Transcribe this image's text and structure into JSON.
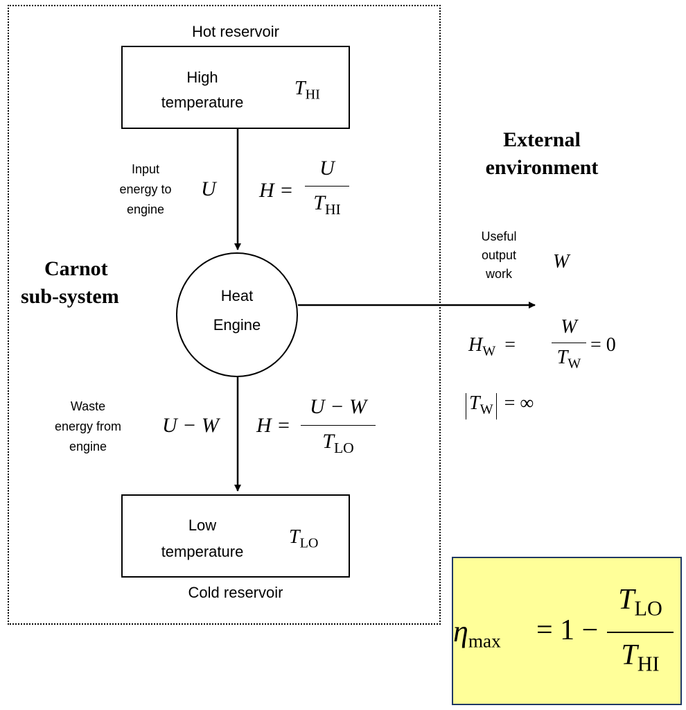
{
  "subsystem": {
    "title_line1": "Carnot",
    "title_line2": "sub-system"
  },
  "hot_reservoir": {
    "caption": "Hot reservoir",
    "label_line1": "High",
    "label_line2": "temperature",
    "symbol_T": "T",
    "symbol_sub": "HI"
  },
  "cold_reservoir": {
    "caption": "Cold reservoir",
    "label_line1": "Low",
    "label_line2": "temperature",
    "symbol_T": "T",
    "symbol_sub": "LO"
  },
  "engine": {
    "label_line1": "Heat",
    "label_line2": "Engine"
  },
  "input": {
    "label_line1": "Input",
    "label_line2": "energy to",
    "label_line3": "engine",
    "symbol": "U",
    "formula_lhs": "H =",
    "numerator": "U",
    "denominator_T": "T",
    "denominator_sub": "HI"
  },
  "waste": {
    "label_line1": "Waste",
    "label_line2": "energy from",
    "label_line3": "engine",
    "symbol": "U − W",
    "formula_lhs": "H =",
    "numerator": "U − W",
    "denominator_T": "T",
    "denominator_sub": "LO"
  },
  "external": {
    "title_line1": "External",
    "title_line2": "environment"
  },
  "output": {
    "label_line1": "Useful",
    "label_line2": "output",
    "label_line3": "work",
    "symbol": "W",
    "hw_H": "H",
    "hw_sub": "W",
    "hw_eq": "=",
    "hw_numerator": "W",
    "hw_den_T": "T",
    "hw_den_sub": "W",
    "hw_result": "= 0",
    "tw_T": "T",
    "tw_sub": "W",
    "tw_result": "= ∞"
  },
  "efficiency": {
    "eta": "η",
    "eta_sub": "max",
    "rhs": "= 1 −",
    "num_T": "T",
    "num_sub": "LO",
    "den_T": "T",
    "den_sub": "HI"
  },
  "colors": {
    "highlight_fill": "#ffff99",
    "highlight_border": "#1f3864"
  }
}
